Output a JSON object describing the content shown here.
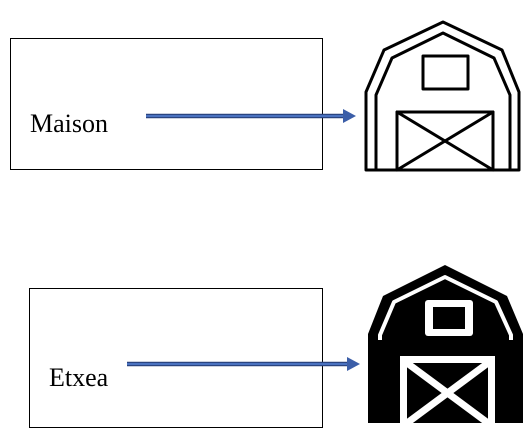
{
  "pairs": [
    {
      "word": "Maison",
      "icon": "barn-outline-icon",
      "icon_style": "outline"
    },
    {
      "word": "Etxea",
      "icon": "barn-filled-icon",
      "icon_style": "filled"
    }
  ],
  "colors": {
    "arrow": "#3b5ea8",
    "arrow_outline": "#2a4480",
    "icon": "#000000",
    "box_border": "#000000",
    "background": "#ffffff"
  }
}
